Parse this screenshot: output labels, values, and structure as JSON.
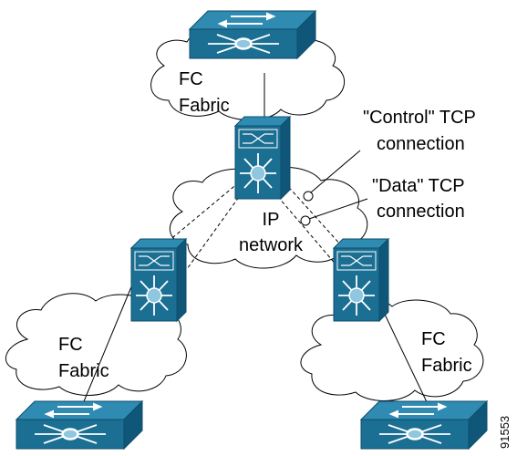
{
  "labels": {
    "fc_fabric_top": [
      "FC",
      "Fabric"
    ],
    "fc_fabric_left": [
      "FC",
      "Fabric"
    ],
    "fc_fabric_right": [
      "FC",
      "Fabric"
    ],
    "ip_network": [
      "IP",
      "network"
    ],
    "control_tcp": [
      "\"Control\" TCP",
      "connection"
    ],
    "data_tcp": [
      "\"Data\" TCP",
      "connection"
    ],
    "figure_id": "91553"
  },
  "colors": {
    "device_face": "#1b6f93",
    "device_top": "#2f8bb2",
    "device_side": "#0f5678",
    "cloud_outline": "#000000",
    "link_line": "#000000"
  },
  "icons": [
    "fc-switch-icon",
    "fabric-switch-icon"
  ]
}
